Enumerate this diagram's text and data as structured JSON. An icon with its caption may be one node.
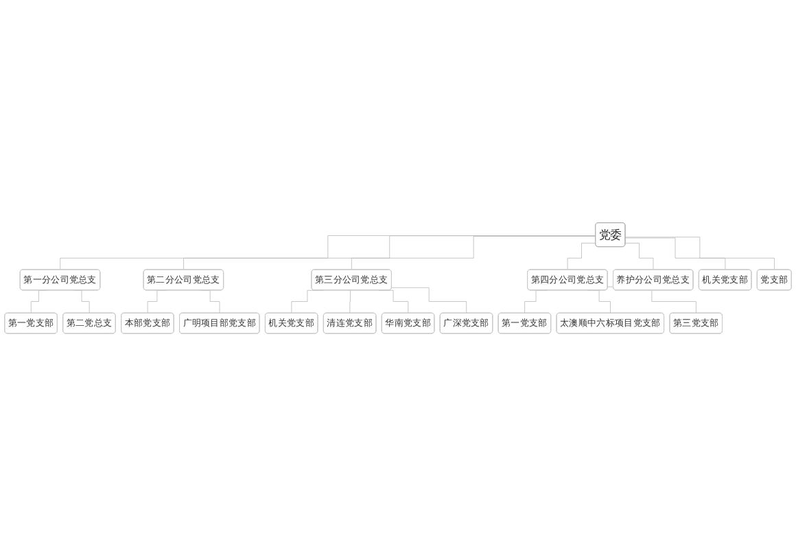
{
  "diagram": {
    "nodes": [
      {
        "text": [
          "党委"
        ]
      },
      {
        "text": [
          "第一分公司党总支"
        ]
      },
      {
        "text": [
          "第二分公司党总支"
        ]
      },
      {
        "text": [
          "第三分公司党总支"
        ]
      },
      {
        "text": [
          "第四分公司党总支"
        ]
      },
      {
        "text": [
          "养护分公司党总支"
        ]
      },
      {
        "text": [
          "机关党支部"
        ]
      },
      {
        "text": [
          "党支部"
        ]
      },
      {
        "text": [
          "第一党支部"
        ]
      },
      {
        "text": [
          "第二党总支"
        ]
      },
      {
        "text": [
          "本部党支部"
        ]
      },
      {
        "text": [
          "广明项目部党支部"
        ]
      },
      {
        "text": [
          "机关党支部"
        ]
      },
      {
        "text": [
          "清连党支部"
        ]
      },
      {
        "text": [
          "华南党支部"
        ]
      },
      {
        "text": [
          "广深党支部"
        ]
      },
      {
        "text": [
          "第一党支部"
        ]
      },
      {
        "text": [
          "太澳顺中六标项目党支部"
        ]
      },
      {
        "text": [
          "第三党支部"
        ]
      }
    ],
    "edges": [
      {
        "from": 0,
        "to": 1,
        "arrow": "none"
      },
      {
        "from": 0,
        "to": 2,
        "arrow": "none"
      },
      {
        "from": 0,
        "to": 3,
        "arrow": "none"
      },
      {
        "from": 0,
        "to": 4,
        "arrow": "none"
      },
      {
        "from": 0,
        "to": 5,
        "arrow": "none"
      },
      {
        "from": 0,
        "to": 6,
        "arrow": "none"
      },
      {
        "from": 0,
        "to": 7,
        "arrow": "none"
      },
      {
        "from": 1,
        "to": 8,
        "arrow": "none"
      },
      {
        "from": 1,
        "to": 9,
        "arrow": "none"
      },
      {
        "from": 2,
        "to": 10,
        "arrow": "none"
      },
      {
        "from": 2,
        "to": 11,
        "arrow": "none"
      },
      {
        "from": 3,
        "to": 12,
        "arrow": "none"
      },
      {
        "from": 3,
        "to": 13,
        "arrow": "none"
      },
      {
        "from": 3,
        "to": 14,
        "arrow": "none"
      },
      {
        "from": 3,
        "to": 15,
        "arrow": "none"
      },
      {
        "from": 4,
        "to": 16,
        "arrow": "none"
      },
      {
        "from": 4,
        "to": 17,
        "arrow": "none"
      },
      {
        "from": 4,
        "to": 18,
        "arrow": "none"
      }
    ]
  }
}
